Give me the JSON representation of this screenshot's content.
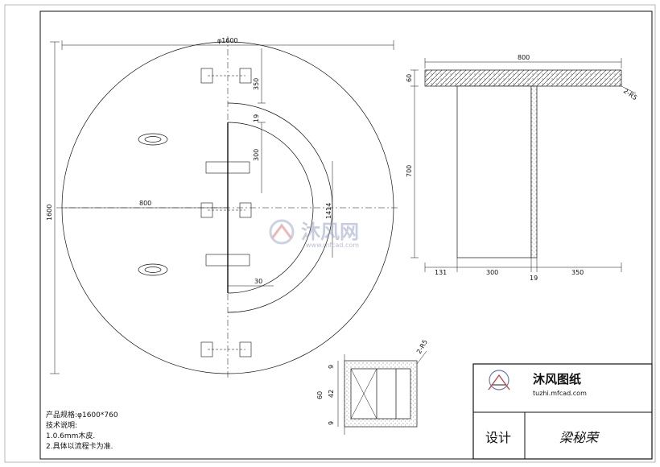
{
  "top_view": {
    "dim_diameter": "φ1600",
    "dim_height": "1600",
    "dim_radius": "800",
    "dim_350": "350",
    "dim_19": "19",
    "dim_300": "300",
    "dim_arc": "1414",
    "dim_30": "30"
  },
  "side_view": {
    "dim_width": "800",
    "dim_thickness": "60",
    "dim_edge": "2-R5",
    "dim_height": "700",
    "dim_131": "131",
    "dim_300": "300",
    "dim_350": "350",
    "dim_19": "19"
  },
  "detail_view": {
    "dim_edge": "2-R5",
    "dim_60": "60",
    "dim_9a": "9",
    "dim_42": "42",
    "dim_9b": "9"
  },
  "notes": {
    "spec": "产品规格:φ1600*760",
    "heading": "技术说明:",
    "line1": "1.0.6mm木皮.",
    "line2": "2.具体以流程卡为准."
  },
  "title_block": {
    "brand_name": "沐风图纸",
    "brand_url": "tuzhi.mfcad.com",
    "design_label": "设计",
    "designer": "梁秘荣"
  },
  "watermark": {
    "text": "沐风网",
    "url": "www.mfcad.com"
  }
}
